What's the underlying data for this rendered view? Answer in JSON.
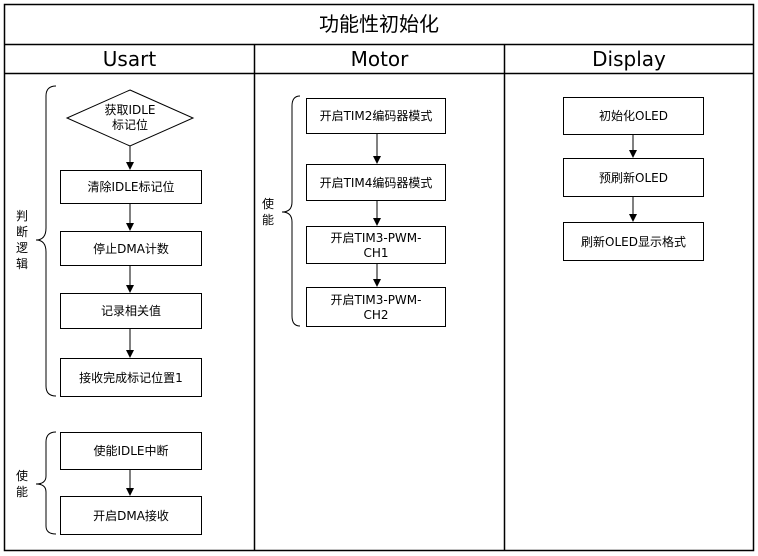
{
  "title": "功能性初始化",
  "columns": [
    {
      "header": "Usart",
      "groups": [
        {
          "label": "判\n断\n逻\n辑",
          "steps": [
            "获取IDLE\n标记位",
            "清除IDLE标记位",
            "停止DMA计数",
            "记录相关值",
            "接收完成标记位置1"
          ],
          "first_step_shape": "diamond"
        },
        {
          "label": "使\n能",
          "steps": [
            "使能IDLE中断",
            "开启DMA接收"
          ]
        }
      ]
    },
    {
      "header": "Motor",
      "groups": [
        {
          "label": "使\n能",
          "steps": [
            "开启TIM2编码器模式",
            "开启TIM4编码器模式",
            "开启TIM3-PWM-\nCH1",
            "开启TIM3-PWM-\nCH2"
          ]
        }
      ]
    },
    {
      "header": "Display",
      "groups": [
        {
          "label": "",
          "steps": [
            "初始化OLED",
            "预刷新OLED",
            "刷新OLED显示格式"
          ]
        }
      ]
    }
  ],
  "colors": {
    "line": "#000000",
    "background": "#ffffff"
  }
}
